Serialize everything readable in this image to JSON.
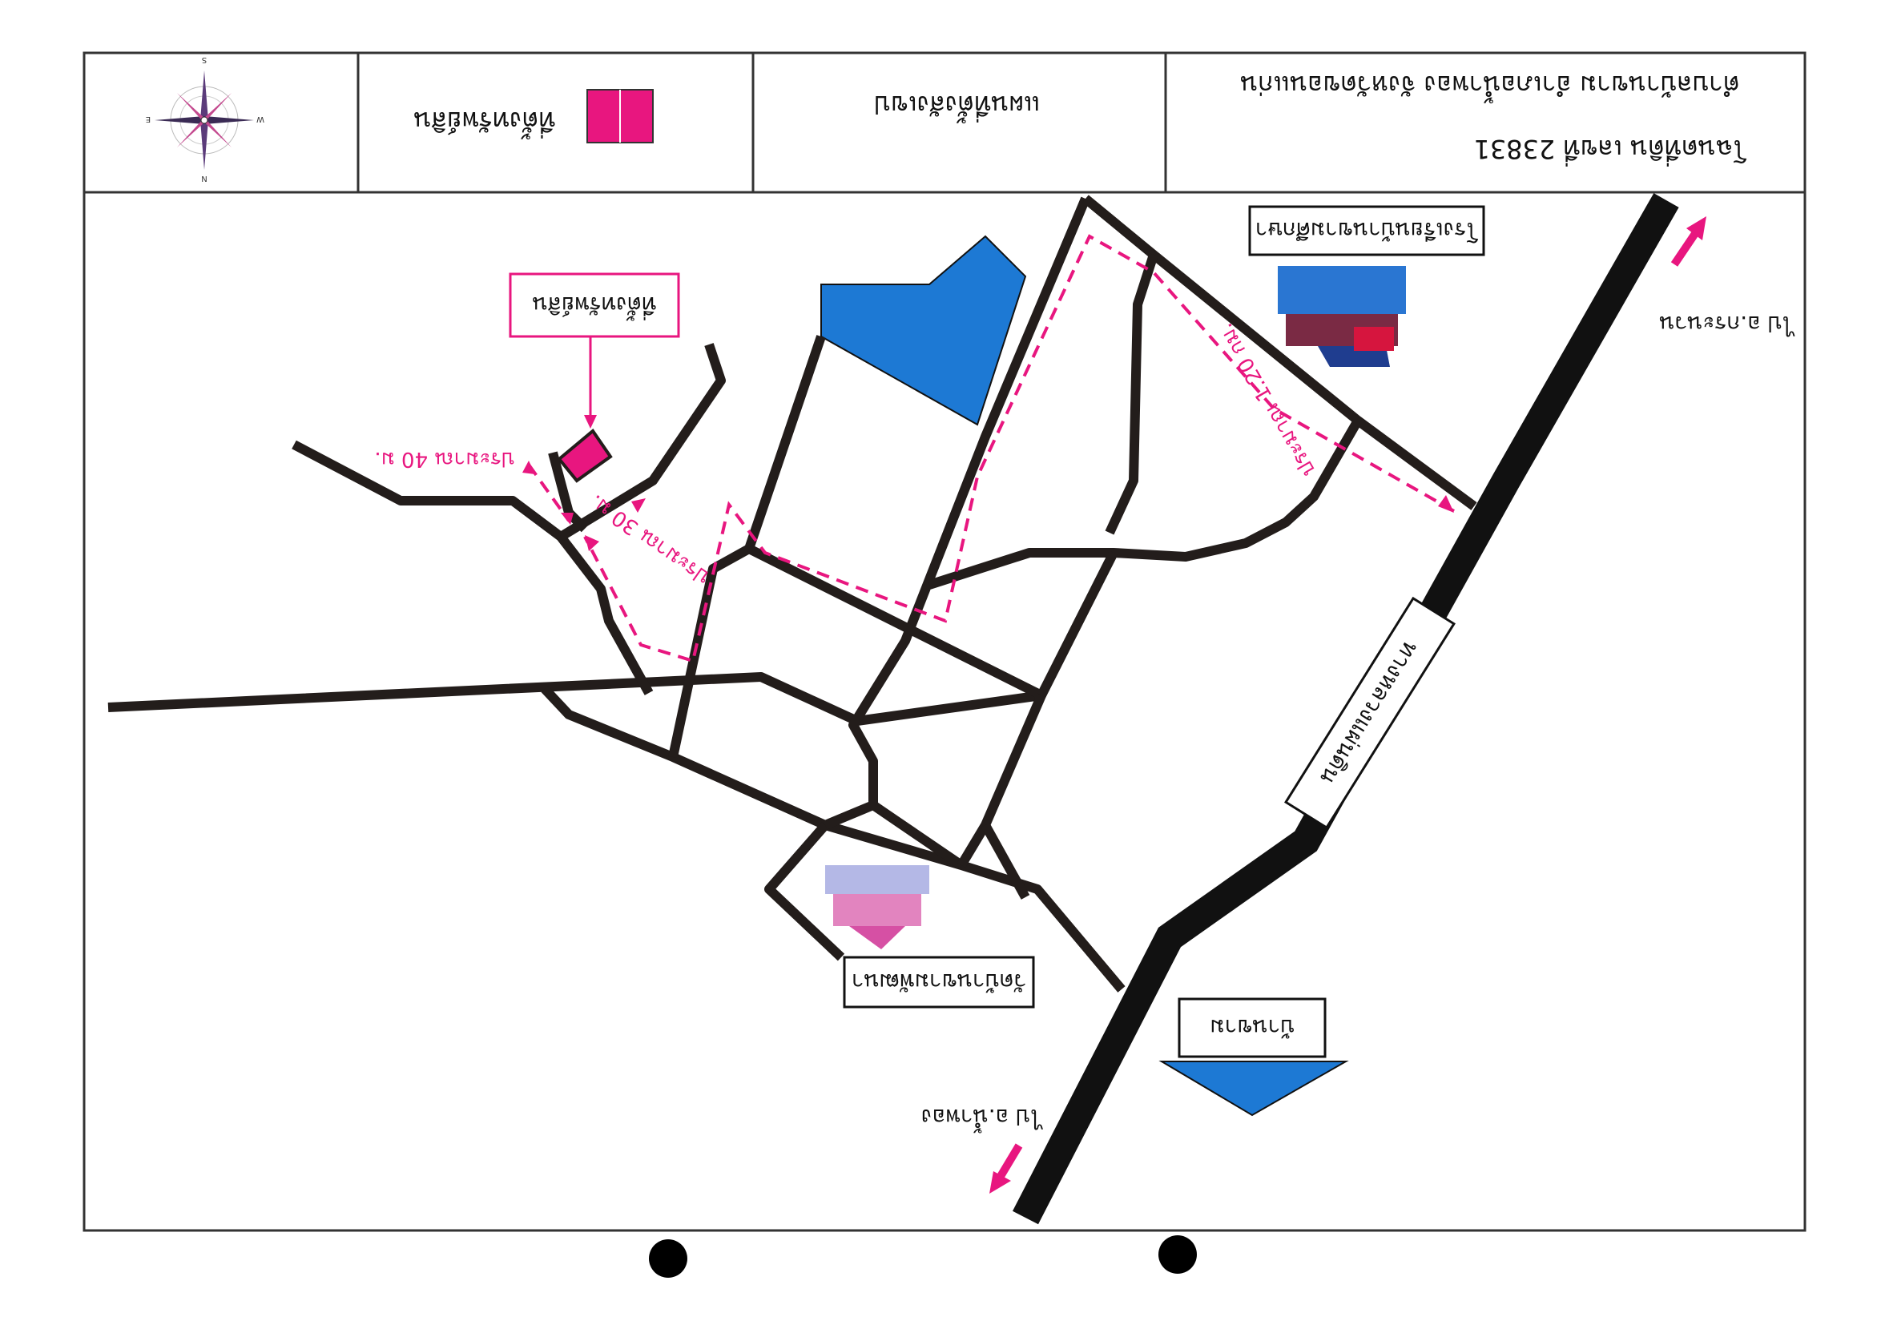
{
  "header": {
    "location_line": "ตำบลบ้านขาม อำเภอน้ำพอง จังหวัดขอนแก่น",
    "deed_line": "โฉนดที่ดิน เลขที่ 23831",
    "map_caption": "แผนที่ตั้งสังเขป",
    "legend_label": "ที่ตั้งทรัพย์สิน",
    "legend_color": "#e8167f"
  },
  "compass": {
    "n": "N",
    "s": "S",
    "e": "E",
    "w": "W"
  },
  "landmarks": {
    "school": "โรงเรียนบ้านขามศึกษา",
    "temple": "วัดบ้านขามพัฒนา",
    "village": "บ้านขาม",
    "property": "ที่ตั้งทรัพย์สิน",
    "highway": "ทางหลวงแผ่นดิน"
  },
  "directions": {
    "to_kranuan": "ไป อ.กระนวน",
    "to_nampong": "ไป อ.น้ำพอง"
  },
  "distances": {
    "d1": "ประมาณ 1.20 กม.",
    "d2": "ประมาณ 30 ม.",
    "d3": "ประมาณ 40 ม."
  },
  "colors": {
    "road": "#231d1b",
    "highway": "#111111",
    "water": "#1d79d4",
    "accent": "#e8167f",
    "border": "#333333"
  }
}
